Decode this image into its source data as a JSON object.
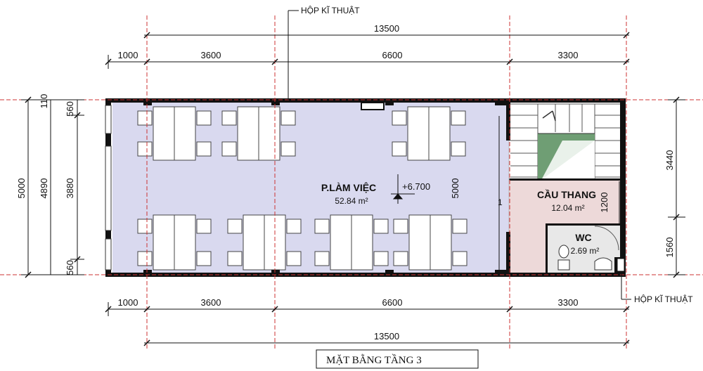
{
  "drawing_title": "MẶT BẰNG TẦNG 3",
  "dimensions": {
    "top_total": "13500",
    "top_segments": [
      "1000",
      "3600",
      "6600",
      "3300"
    ],
    "bottom_total": "13500",
    "bottom_segments": [
      "1000",
      "3600",
      "6600",
      "3300"
    ],
    "left_total": "5000",
    "left_inner": "4890",
    "left_parts": [
      "110",
      "560",
      "3880",
      "560"
    ],
    "right_parts": [
      "3440",
      "1560"
    ],
    "middle_vertical": "5000",
    "stair_vertical": "1200"
  },
  "rooms": {
    "office": {
      "name": "P.LÀM VIỆC",
      "area": "52.84 m²",
      "level": "+6.700"
    },
    "stair": {
      "name": "CẦU THANG",
      "area": "12.04 m²"
    },
    "wc": {
      "name": "WC",
      "area": "2.69 m²"
    }
  },
  "labels": {
    "tech_box_top": "HỘP KĨ THUẬT",
    "tech_box_bottom": "HỘP KĨ THUẬT",
    "marker": "1"
  },
  "colors": {
    "office_fill": "#d9d9ef",
    "stair_fill": "#edd9d9",
    "wc_fill": "#e8e8e8",
    "stair_green": "#6f9e74",
    "wall": "#111111",
    "axis": "#cc3333"
  }
}
